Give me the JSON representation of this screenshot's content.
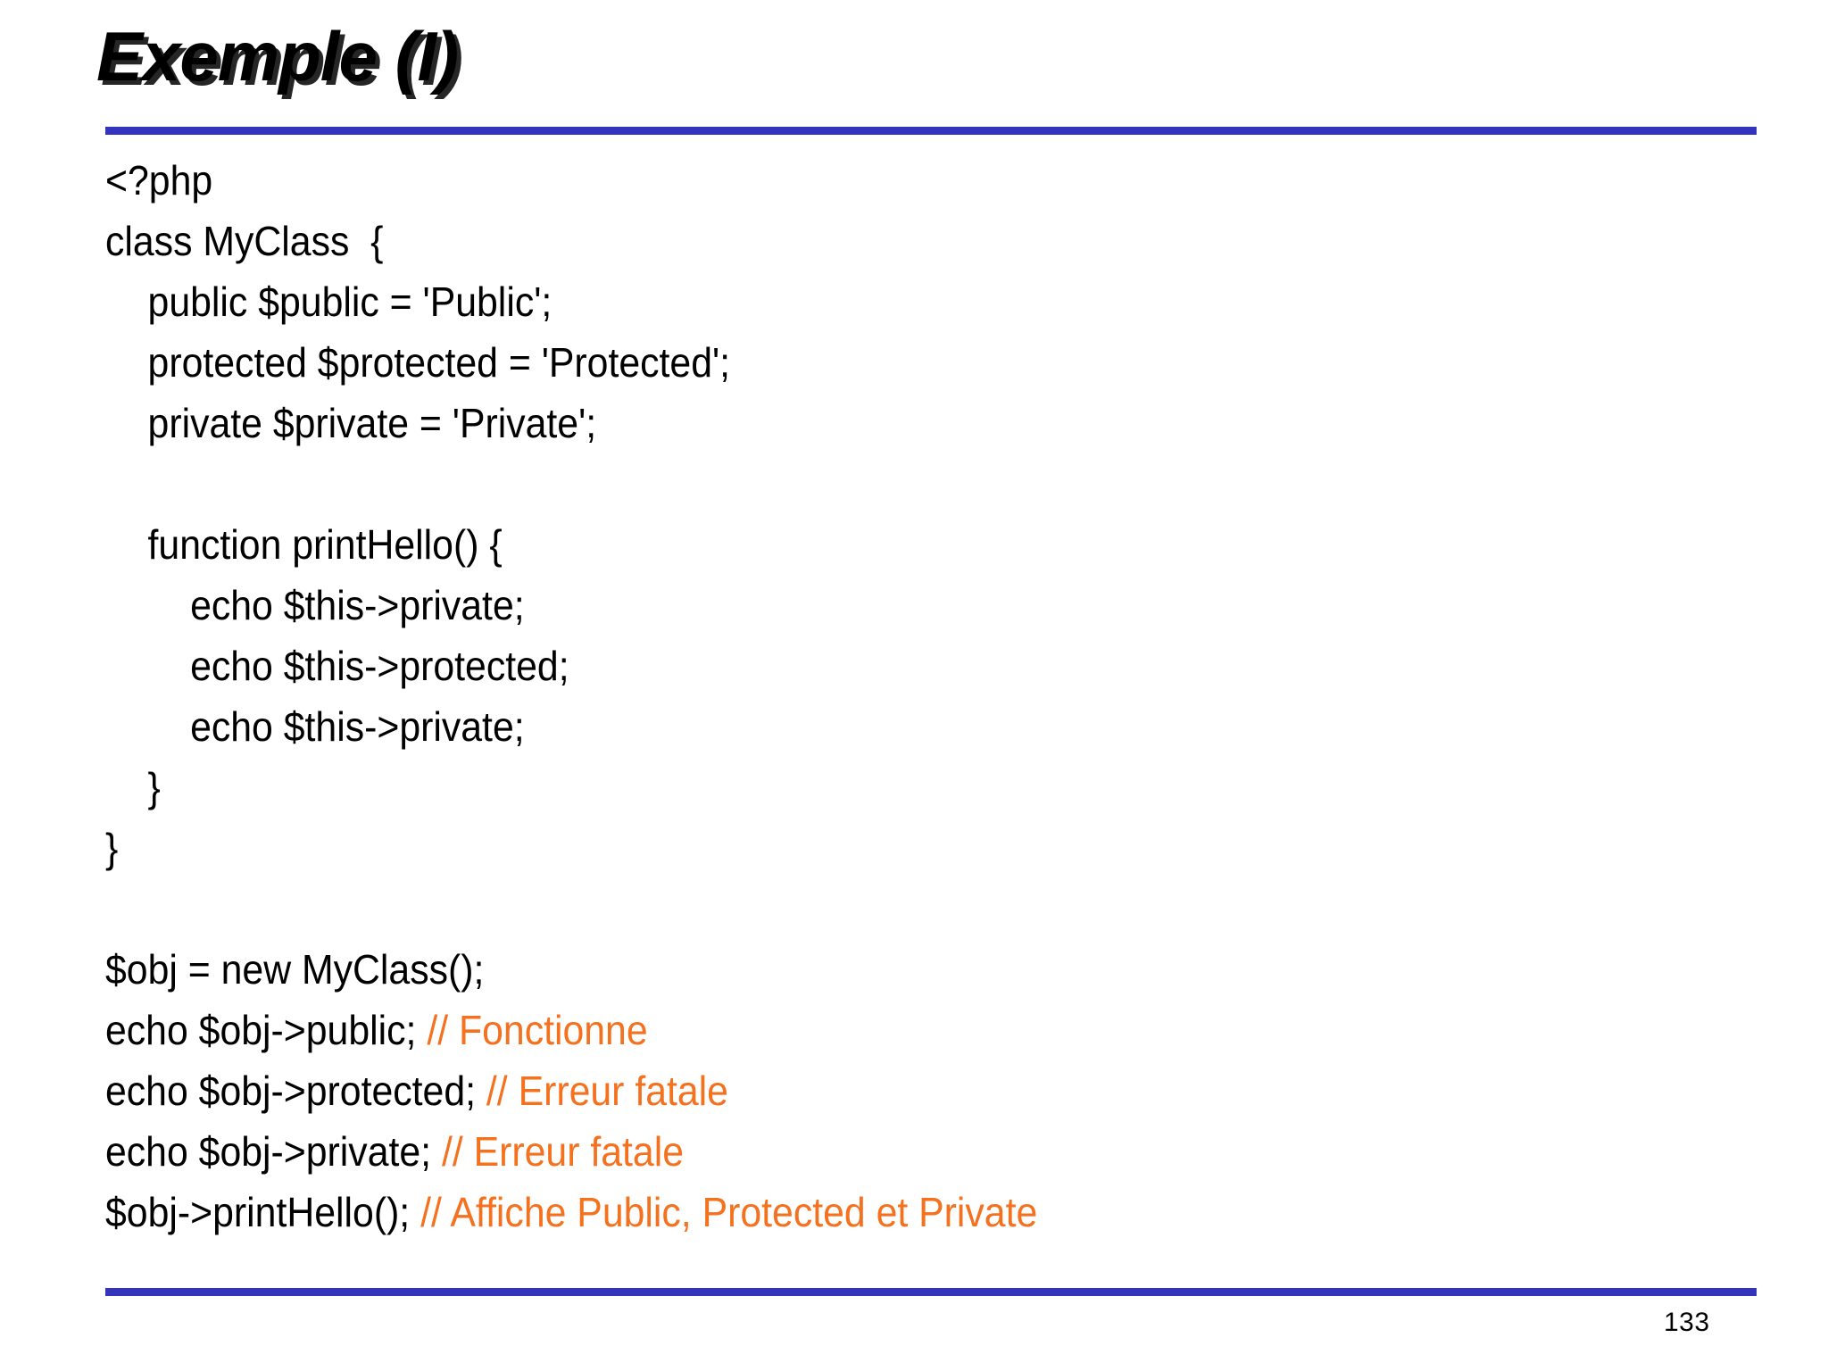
{
  "slide": {
    "title": "Exemple (I)",
    "page_number": "133",
    "accent_rule_color": "#3333BB",
    "comment_color": "#F4711F",
    "text_color": "#000000",
    "background_color": "#FFFFFF"
  },
  "code": {
    "language": "php",
    "lines": [
      {
        "code": "<?php",
        "comment": ""
      },
      {
        "code": "class MyClass  {",
        "comment": ""
      },
      {
        "code": "    public $public = 'Public';",
        "comment": ""
      },
      {
        "code": "    protected $protected = 'Protected';",
        "comment": ""
      },
      {
        "code": "    private $private = 'Private';",
        "comment": ""
      },
      {
        "code": "",
        "comment": ""
      },
      {
        "code": "    function printHello() {",
        "comment": ""
      },
      {
        "code": "        echo $this->private;",
        "comment": ""
      },
      {
        "code": "        echo $this->protected;",
        "comment": ""
      },
      {
        "code": "        echo $this->private;",
        "comment": ""
      },
      {
        "code": "    }",
        "comment": ""
      },
      {
        "code": "}",
        "comment": ""
      },
      {
        "code": "",
        "comment": ""
      },
      {
        "code": "$obj = new MyClass();",
        "comment": ""
      },
      {
        "code": "echo $obj->public; ",
        "comment": "// Fonctionne"
      },
      {
        "code": "echo $obj->protected; ",
        "comment": "// Erreur fatale"
      },
      {
        "code": "echo $obj->private; ",
        "comment": "// Erreur fatale"
      },
      {
        "code": "$obj->printHello(); ",
        "comment": "// Affiche Public, Protected et Private"
      }
    ]
  }
}
